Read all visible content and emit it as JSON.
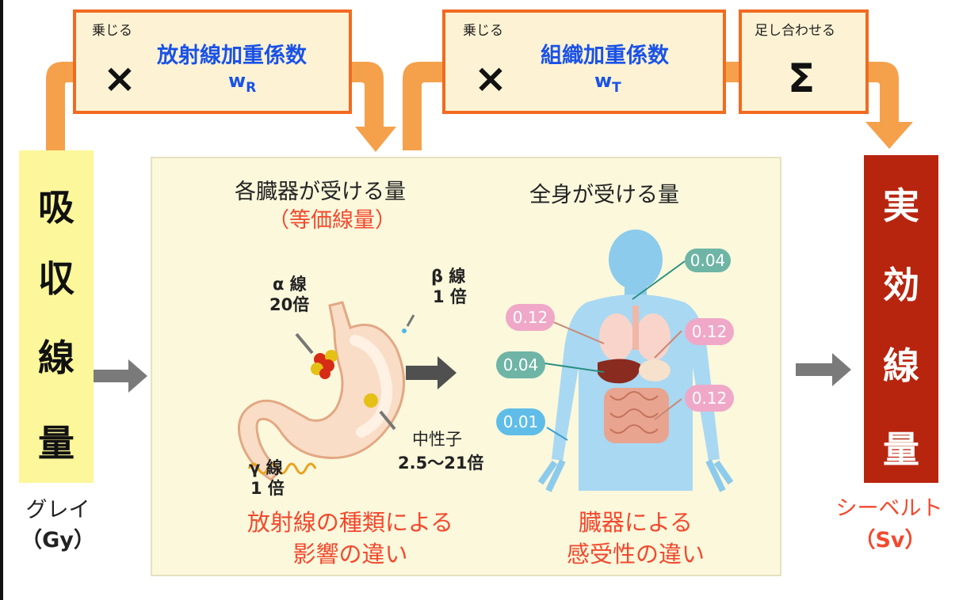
{
  "operations": {
    "radiation_weighting": {
      "small": "乗じる",
      "symbol": "×",
      "label": "放射線加重係数",
      "sub_main": "w",
      "sub_index": "R"
    },
    "tissue_weighting": {
      "small": "乗じる",
      "symbol": "×",
      "label": "組織加重係数",
      "sub_main": "w",
      "sub_index": "T"
    },
    "sum": {
      "small": "足し合わせる",
      "symbol": "Σ"
    }
  },
  "absorbed_dose": {
    "chars": [
      "吸",
      "収",
      "線",
      "量"
    ],
    "unit_name": "グレイ",
    "unit_symbol": "（Gy）",
    "color": "#fbf79a"
  },
  "effective_dose": {
    "chars": [
      "実",
      "効",
      "線",
      "量"
    ],
    "unit_name": "シーベルト",
    "unit_symbol": "（Sv）",
    "color": "#b8250f"
  },
  "panel": {
    "organ_heading": "各臓器が受ける量",
    "organ_subheading": "（等価線量）",
    "body_heading": "全身が受ける量",
    "radiation_labels": {
      "alpha": {
        "name": "α 線",
        "factor": "20倍"
      },
      "beta": {
        "name": "β 線",
        "factor": "1 倍"
      },
      "gamma": {
        "name": "γ 線",
        "factor": "1 倍"
      },
      "neutron": {
        "name": "中性子",
        "factor": "2.5〜21倍"
      }
    },
    "organ_factors": [
      {
        "value": "0.04",
        "color": "#6eb5a6"
      },
      {
        "value": "0.12",
        "color": "#f0a8c8"
      },
      {
        "value": "0.04",
        "color": "#6eb5a6"
      },
      {
        "value": "0.12",
        "color": "#f0a8c8"
      },
      {
        "value": "0.12",
        "color": "#f0a8c8"
      },
      {
        "value": "0.01",
        "color": "#5fbde8"
      }
    ],
    "caption_left": [
      "放射線の種類による",
      "影響の違い"
    ],
    "caption_right": [
      "臓器による",
      "感受性の違い"
    ]
  },
  "colors": {
    "accent_orange": "#f26a21",
    "flow_orange": "#f5a14b",
    "label_blue": "#1a52e8",
    "caption_red": "#f2492e"
  }
}
